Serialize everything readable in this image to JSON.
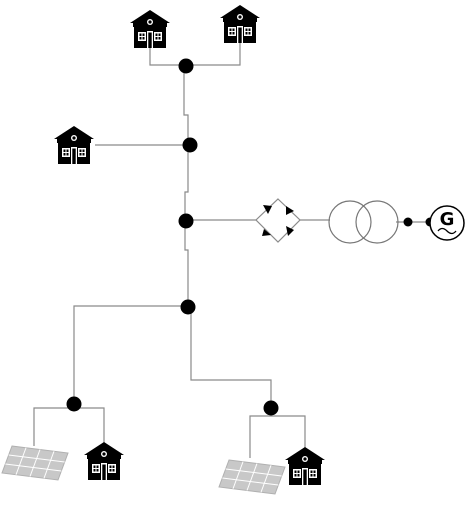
{
  "diagram": {
    "type": "microgrid-single-line",
    "colors": {
      "wire": "#8a8a8a",
      "node": "#000000",
      "house": "#000000",
      "panel": "#c8c8c8",
      "transformer": "#777777"
    },
    "generator": {
      "label": "G",
      "icon": "generator-symbol"
    },
    "components": [
      "house-icon",
      "house-icon",
      "house-icon",
      "house-icon",
      "house-icon",
      "solar-panel-icon",
      "solar-panel-icon",
      "rectifier-bridge",
      "transformer",
      "generator-symbol"
    ]
  }
}
